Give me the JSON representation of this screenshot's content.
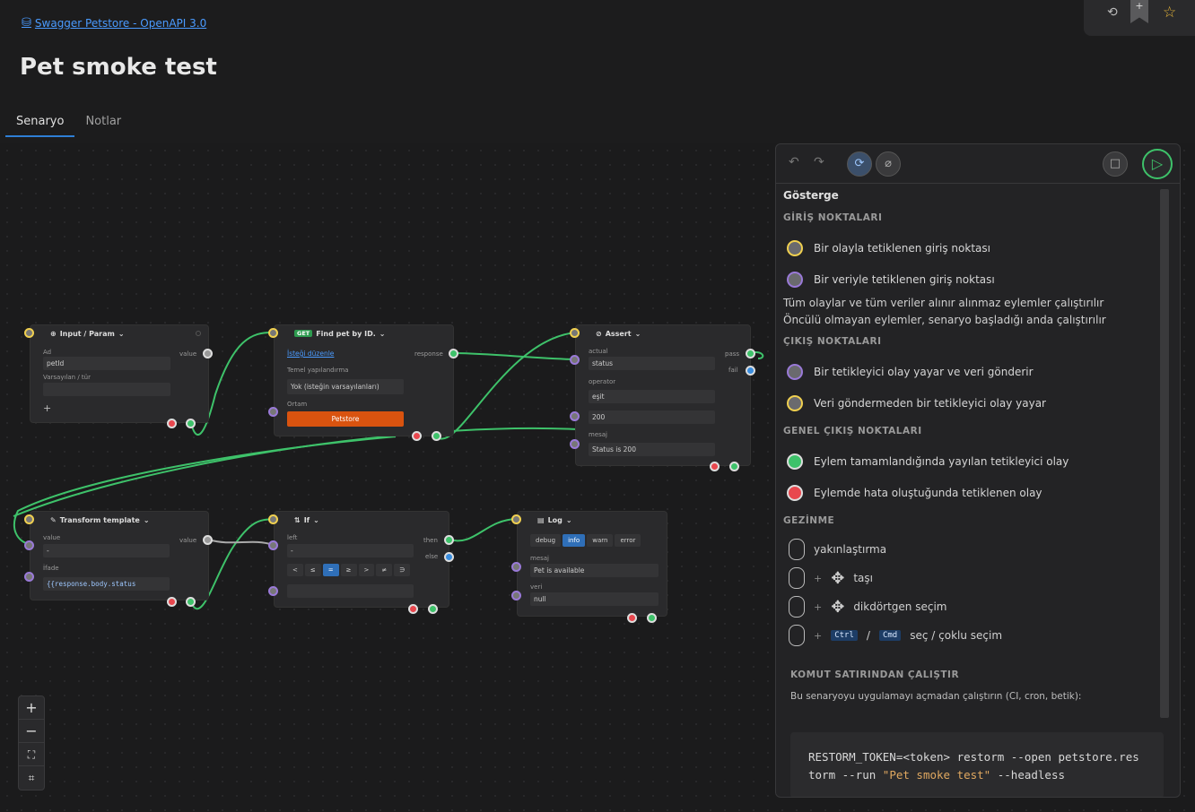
{
  "header": {
    "source_link": "Swagger Petstore - OpenAPI 3.0",
    "title": "Pet smoke test",
    "tabs": [
      "Senaryo",
      "Notlar"
    ]
  },
  "nodes": {
    "input": {
      "title": "Input / Param",
      "ad_label": "Ad",
      "ad_value": "petId",
      "default_label": "Varsayılan / tür",
      "out_label": "value"
    },
    "find": {
      "method": "GET",
      "title": "Find pet by ID.",
      "edit_link": "İsteği düzenle",
      "out_label": "response",
      "config_label": "Temel yapılandırma",
      "config_value": "Yok (isteğin varsayılanları)",
      "env_label": "Ortam",
      "env_value": "Petstore"
    },
    "assert": {
      "title": "Assert",
      "actual_label": "actual",
      "actual_value": "status",
      "operator_label": "operator",
      "operator_value": "eşit",
      "expected_value": "200",
      "message_label": "mesaj",
      "message_value": "Status is 200",
      "pass_label": "pass",
      "fail_label": "fail"
    },
    "transform": {
      "title": "Transform template",
      "value_label": "value",
      "value_value": "-",
      "expr_label": "İfade",
      "expr_value": "{{response.body.status",
      "out_label": "value"
    },
    "if": {
      "title": "If",
      "left_label": "left",
      "left_value": "-",
      "operators": [
        "<",
        "≤",
        "=",
        "≥",
        ">",
        "≠",
        "∋"
      ],
      "then_label": "then",
      "else_label": "else"
    },
    "log": {
      "title": "Log",
      "levels": [
        "debug",
        "info",
        "warn",
        "error"
      ],
      "message_label": "mesaj",
      "message_value": "Pet is available",
      "data_label": "veri",
      "data_value": "null"
    }
  },
  "panel": {
    "legend_title": "Gösterge",
    "entry_title": "GİRİŞ NOKTALARI",
    "entry_event": "Bir olayla tetiklenen giriş noktası",
    "entry_data": "Bir veriyle tetiklenen giriş noktası",
    "note1": "Tüm olaylar ve tüm veriler alınır alınmaz eylemler çalıştırılır",
    "note2": "Öncülü olmayan eylemler, senaryo başladığı anda çalıştırılır",
    "exit_title": "ÇIKIŞ NOKTALARI",
    "exit_data": "Bir tetikleyici olay yayar ve veri gönderir",
    "exit_event": "Veri göndermeden bir tetikleyici olay yayar",
    "general_title": "GENEL ÇIKIŞ NOKTALARI",
    "general_ok": "Eylem tamamlandığında yayılan tetikleyici olay",
    "general_err": "Eylemde hata oluştuğunda tetiklenen olay",
    "nav_title": "GEZİNME",
    "nav_zoom": "yakınlaştırma",
    "nav_move": "taşı",
    "nav_rect": "dikdörtgen seçim",
    "nav_multi": "seç / çoklu seçim",
    "kbd_ctrl": "Ctrl",
    "kbd_cmd": "Cmd",
    "cli_title": "KOMUT SATIRINDAN ÇALIŞTIR",
    "cli_desc": "Bu senaryoyu uygulamayı açmadan çalıştırın (CI, cron, betik):",
    "cli_code_a": "RESTORM_TOKEN=<token> restorm --open petstore.restorm --run ",
    "cli_code_str": "\"Pet smoke test\"",
    "cli_code_b": " --headless"
  }
}
